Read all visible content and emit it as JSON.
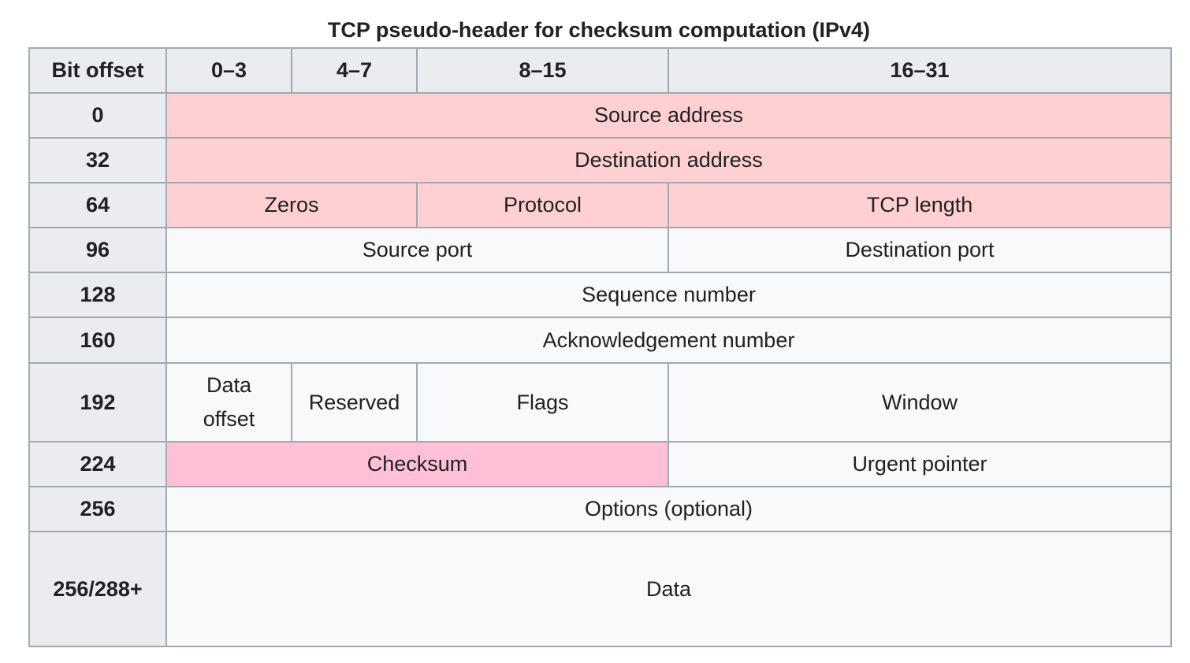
{
  "caption": "TCP pseudo-header for checksum computation (IPv4)",
  "colors": {
    "header_bg": "#eaecf0",
    "cell_bg": "#f8f9fa",
    "border": "#a2a9b1",
    "pseudo_header_bg": "#ffd0d2",
    "checksum_bg": "#ffbfd6",
    "text": "#202122"
  },
  "header": {
    "bit_offset": "Bit offset",
    "col_0_3": "0–3",
    "col_4_7": "4–7",
    "col_8_15": "8–15",
    "col_16_31": "16–31"
  },
  "rows": [
    {
      "offset": "0",
      "cells": [
        "Source address"
      ]
    },
    {
      "offset": "32",
      "cells": [
        "Destination address"
      ]
    },
    {
      "offset": "64",
      "cells": [
        "Zeros",
        "Protocol",
        "TCP length"
      ]
    },
    {
      "offset": "96",
      "cells": [
        "Source port",
        "Destination port"
      ]
    },
    {
      "offset": "128",
      "cells": [
        "Sequence number"
      ]
    },
    {
      "offset": "160",
      "cells": [
        "Acknowledgement number"
      ]
    },
    {
      "offset": "192",
      "cells": [
        "Data offset",
        "Reserved",
        "Flags",
        "Window"
      ]
    },
    {
      "offset": "224",
      "cells": [
        "Checksum",
        "Urgent pointer"
      ]
    },
    {
      "offset": "256",
      "cells": [
        "Options (optional)"
      ]
    },
    {
      "offset": "256/288+",
      "cells": [
        "Data"
      ]
    }
  ]
}
